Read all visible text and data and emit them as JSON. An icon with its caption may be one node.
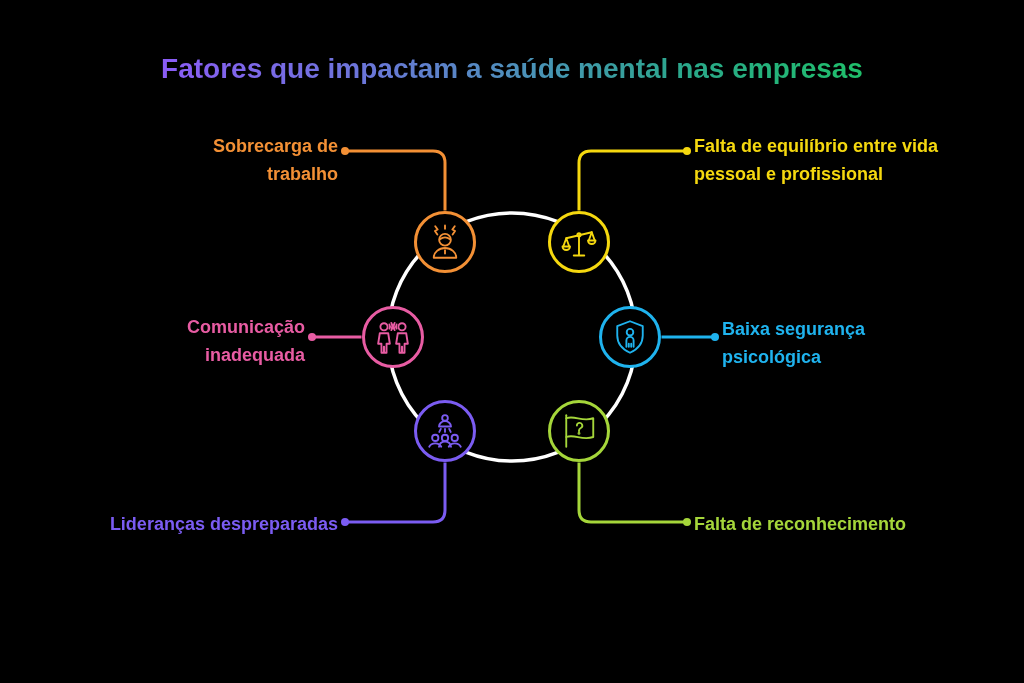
{
  "diagram": {
    "title": "Fatores que impactam a saúde mental nas empresas",
    "nodes": [
      {
        "text": [
          "Sobrecarga de trabalho"
        ]
      },
      {
        "text": [],
        "shape": "circle"
      },
      {
        "text": [
          "Falta de equilíbrio entre vida pessoal e profissional"
        ]
      },
      {
        "text": [],
        "shape": "circle"
      },
      {
        "text": [
          "Comunicação inadequada"
        ]
      },
      {
        "text": [],
        "shape": "circle"
      },
      {
        "text": [
          "Baixa segurança psicológica"
        ]
      },
      {
        "text": [],
        "shape": "circle"
      },
      {
        "text": [
          "Lideranças despreparadas"
        ]
      },
      {
        "text": [],
        "shape": "circle"
      },
      {
        "text": [
          "Falta de reconhecimento"
        ]
      },
      {
        "text": [],
        "shape": "circle"
      }
    ],
    "edges": [
      {
        "from": 0,
        "to": 1,
        "arrow": "other",
        "color": "#f39035"
      },
      {
        "from": 2,
        "to": 3,
        "arrow": "other",
        "color": "#f5d80f"
      },
      {
        "from": 4,
        "to": 5,
        "arrow": "other",
        "color": "#e85ca3"
      },
      {
        "from": 6,
        "to": 7,
        "arrow": "other",
        "color": "#1fb3ee"
      },
      {
        "from": 8,
        "to": 9,
        "arrow": "other",
        "color": "#7b5cf2"
      },
      {
        "from": 10,
        "to": 11,
        "arrow": "other",
        "color": "#a5d63a"
      }
    ]
  }
}
